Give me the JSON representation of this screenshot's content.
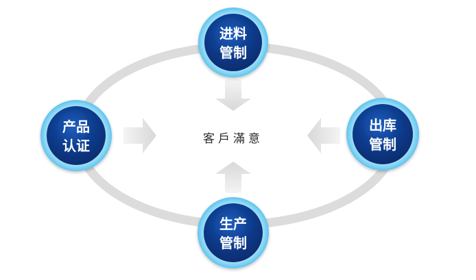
{
  "center": {
    "text": "客戶滿意"
  },
  "nodes": {
    "top": {
      "line1": "进料",
      "line2": "管制"
    },
    "right": {
      "line1": "出库",
      "line2": "管制"
    },
    "bottom": {
      "line1": "生产",
      "line2": "管制"
    },
    "left": {
      "line1": "产品",
      "line2": "认证"
    }
  },
  "colors": {
    "node_fill": "#0b3a8a",
    "node_ring": "#7fd3f3",
    "ellipse": "#dedede",
    "arrow": "#e4e4e4"
  }
}
